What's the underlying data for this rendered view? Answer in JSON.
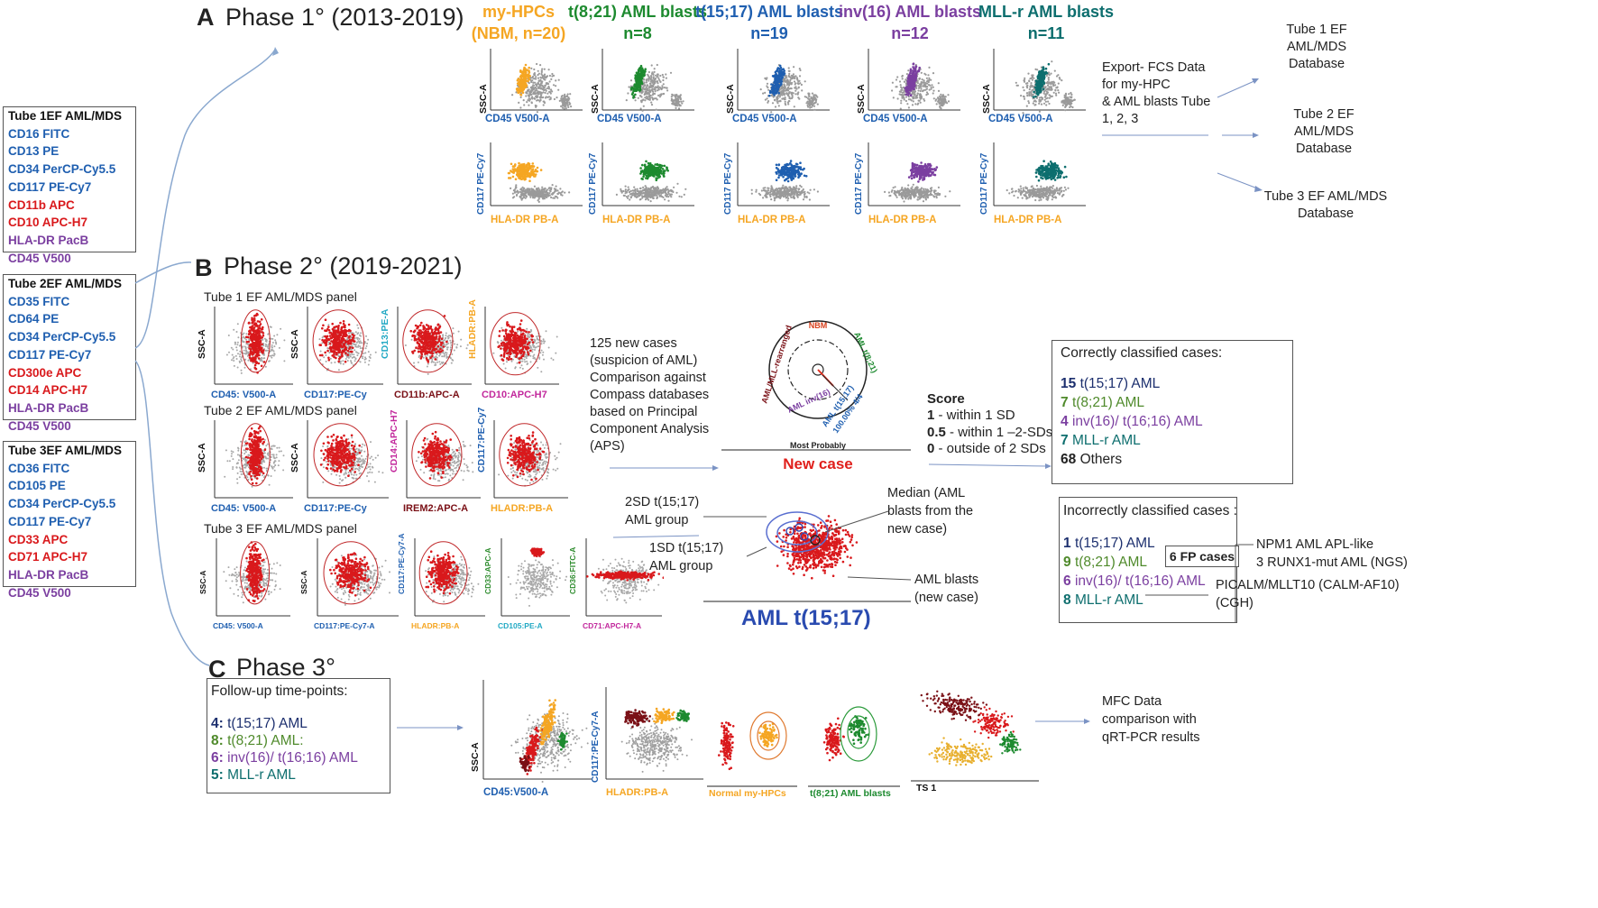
{
  "colors": {
    "blue": "#1f5fb0",
    "red": "#d9191c",
    "purple": "#7b3fa0",
    "orange": "#f5a623",
    "green": "#1d8a2f",
    "teal": "#0d6e6e",
    "darkred": "#7a1016",
    "navy": "#1c2f6e",
    "olive": "#4f8a2b",
    "gray": "#a0a0a0",
    "cyan": "#22a9c4",
    "magenta": "#c2289c"
  },
  "tubes": [
    {
      "title": "Tube 1EF AML/MDS",
      "markers": [
        {
          "text": "CD16 FITC",
          "color": "blue"
        },
        {
          "text": "CD13 PE",
          "color": "blue"
        },
        {
          "text": "CD34 PerCP-Cy5.5",
          "color": "blue"
        },
        {
          "text": "CD117 PE-Cy7",
          "color": "blue"
        },
        {
          "text": "CD11b APC",
          "color": "red"
        },
        {
          "text": "CD10 APC-H7",
          "color": "red"
        },
        {
          "text": "HLA-DR PacB",
          "color": "purple"
        },
        {
          "text": "CD45 V500",
          "color": "purple"
        }
      ]
    },
    {
      "title": "Tube 2EF AML/MDS",
      "markers": [
        {
          "text": "CD35 FITC",
          "color": "blue"
        },
        {
          "text": "CD64 PE",
          "color": "blue"
        },
        {
          "text": "CD34 PerCP-Cy5.5",
          "color": "blue"
        },
        {
          "text": "CD117 PE-Cy7",
          "color": "blue"
        },
        {
          "text": "CD300e APC",
          "color": "red"
        },
        {
          "text": "CD14 APC-H7",
          "color": "red"
        },
        {
          "text": "HLA-DR PacB",
          "color": "purple"
        },
        {
          "text": "CD45 V500",
          "color": "purple"
        }
      ]
    },
    {
      "title": "Tube 3EF AML/MDS",
      "markers": [
        {
          "text": "CD36 FITC",
          "color": "blue"
        },
        {
          "text": "CD105 PE",
          "color": "blue"
        },
        {
          "text": "CD34 PerCP-Cy5.5",
          "color": "blue"
        },
        {
          "text": "CD117 PE-Cy7",
          "color": "blue"
        },
        {
          "text": "CD33 APC",
          "color": "red"
        },
        {
          "text": "CD71 APC-H7",
          "color": "red"
        },
        {
          "text": "HLA-DR PacB",
          "color": "purple"
        },
        {
          "text": "CD45 V500",
          "color": "purple"
        }
      ]
    }
  ],
  "phaseA": {
    "letter": "A",
    "title": "Phase 1° (2013-2019)",
    "populations": [
      {
        "line1": "my-HPCs",
        "line2": "(NBM, n=20)",
        "color": "orange"
      },
      {
        "line1": "t(8;21) AML blasts",
        "line2": "n=8",
        "color": "green"
      },
      {
        "line1": "t(15;17) AML blasts",
        "line2": "n=19",
        "color": "blue"
      },
      {
        "line1": "inv(16) AML blasts",
        "line2": "n=12",
        "color": "purple"
      },
      {
        "line1": "MLL-r AML blasts",
        "line2": "n=11",
        "color": "teal"
      }
    ],
    "plot_labels": {
      "ssc": "SSC-A",
      "cd45": "CD45 V500-A",
      "cd117": "CD117 PE-Cy7",
      "hladr": "HLA-DR PB-A"
    },
    "export_text": [
      "Export- FCS Data",
      "for my-HPC",
      "& AML blasts Tube",
      "1, 2, 3"
    ],
    "databases": [
      [
        "Tube 1 EF",
        "AML/MDS",
        "Database"
      ],
      [
        "Tube 2 EF",
        "AML/MDS",
        "Database"
      ],
      [
        "Tube 3 EF AML/MDS",
        "Database"
      ]
    ]
  },
  "phaseB": {
    "letter": "B",
    "title": "Phase 2° (2019-2021)",
    "panels": [
      {
        "title": "Tube 1 EF AML/MDS panel",
        "plots": [
          {
            "x": "CD45: V500-A",
            "y": "SSC-A"
          },
          {
            "x": "CD117:PE-Cy",
            "y": "SSC-A"
          },
          {
            "x": "CD11b:APC-A",
            "y": "CD13:PE-A"
          },
          {
            "x": "CD10:APC-H7",
            "y": "HLADR:PB-A"
          }
        ]
      },
      {
        "title": "Tube 2 EF AML/MDS panel",
        "plots": [
          {
            "x": "CD45: V500-A",
            "y": "SSC-A"
          },
          {
            "x": "CD117:PE-Cy",
            "y": "SSC-A"
          },
          {
            "x": "IREM2:APC-A",
            "y": "CD14:APC-H7"
          },
          {
            "x": "HLADR:PB-A",
            "y": "CD117:PE-Cy7"
          }
        ]
      },
      {
        "title": "Tube 3 EF AML/MDS panel",
        "plots": [
          {
            "x": "CD45: V500-A",
            "y": "SSC-A"
          },
          {
            "x": "CD117:PE-Cy7-A",
            "y": "SSC-A"
          },
          {
            "x": "HLADR:PB-A",
            "y": "CD117:PE-Cy7-A"
          },
          {
            "x": "CD105:PE-A",
            "y": "CD33:APC-A"
          },
          {
            "x": "CD71:APC-H7-A",
            "y": "CD36:FITC-A"
          }
        ]
      }
    ],
    "new_cases_text": [
      "125 new cases",
      "(suspicion of AML)",
      "Comparison against",
      "Compass databases",
      "based on Principal",
      "Component Analysis",
      "(APS)"
    ],
    "radar": {
      "nbm": "NBM",
      "aml821": "AML t(8;21)",
      "mll": "AML/MLL-rearranged",
      "inv16": "AML inv(16)",
      "t1517": "AML t(15;17)",
      "pct": "100.00% 4/4",
      "most": "Most Probably",
      "new_case": "New case"
    },
    "score": {
      "title": "Score",
      "lines": [
        [
          "1",
          " - within 1 SD"
        ],
        [
          "0.5",
          " - within 1 –2-SDs"
        ],
        [
          "0",
          " - outside of 2 SDs"
        ]
      ]
    },
    "correct": {
      "title": "Correctly classified cases:",
      "items": [
        {
          "n": "15",
          "label": "t(15;17) AML",
          "color": "navy"
        },
        {
          "n": "7",
          "label": "t(8;21) AML",
          "color": "olive"
        },
        {
          "n": "4",
          "label": "inv(16)/ t(16;16) AML",
          "color": "purple"
        },
        {
          "n": "7",
          "label": "MLL-r AML",
          "color": "teal"
        },
        {
          "n": "68",
          "label": "Others",
          "color": "ink"
        }
      ]
    },
    "incorrect": {
      "title": "Incorrectly classified cases :",
      "items": [
        {
          "n": "1",
          "label": "t(15;17) AML",
          "color": "navy"
        },
        {
          "n": "9",
          "label": "t(8;21) AML",
          "color": "olive"
        },
        {
          "n": "6",
          "label": "inv(16)/ t(16;16) AML",
          "color": "purple"
        },
        {
          "n": "8",
          "label": "MLL-r AML",
          "color": "teal"
        }
      ]
    },
    "fp_cases": "6 FP cases",
    "fp_notes": [
      "NPM1 AML APL-like",
      "3 RUNX1-mut AML (NGS)",
      "PICALM/MLLT10 (CALM-AF10)",
      "(CGH)"
    ],
    "pca_labels": {
      "sd2": [
        "2SD t(15;17)",
        "AML group"
      ],
      "sd1": [
        "1SD t(15;17)",
        "AML group"
      ],
      "median": [
        "Median (AML",
        "blasts from the",
        "new case)"
      ],
      "blasts": [
        "AML blasts",
        "(new case)"
      ],
      "title": "AML t(15;17)"
    }
  },
  "phaseC": {
    "letter": "C",
    "title": "Phase 3°",
    "followup_title": "Follow-up time-points:",
    "followup": [
      {
        "n": "4:",
        "label": "t(15;17) AML",
        "color": "navy"
      },
      {
        "n": "8:",
        "label": "t(8;21) AML:",
        "color": "olive"
      },
      {
        "n": "6:",
        "label": "inv(16)/ t(16;16) AML",
        "color": "purple"
      },
      {
        "n": "5:",
        "label": "MLL-r AML",
        "color": "teal"
      }
    ],
    "plot_labels": {
      "ssc": "SSC-A",
      "cd45": "CD45:V500-A",
      "cd117": "CD117:PE-Cy7-A",
      "hladr": "HLADR:PB-A",
      "normal": "Normal my-HPCs",
      "t821": "t(8;21) AML blasts",
      "ts1": "TS 1"
    },
    "mfc_text": [
      "MFC Data",
      "comparison with",
      "qRT-PCR results"
    ]
  }
}
